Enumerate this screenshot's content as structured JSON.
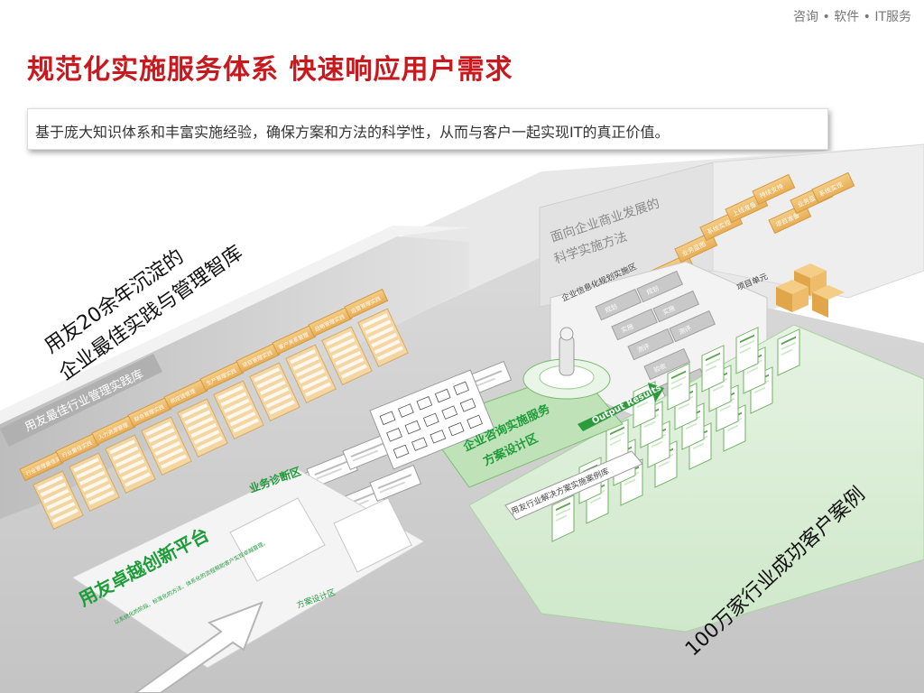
{
  "header": {
    "brand": "咨询 • 软件 • IT服务",
    "title": "规范化实施服务体系  快速响应用户需求",
    "subtitle": "基于庞大知识体系和丰富实施经验，确保方案和方法的科学性，从而与客户一起实现IT的真正价值。"
  },
  "diagram": {
    "left_callout_line1": "用友20余年沉淀的",
    "left_callout_line2": "企业最佳实践与管理智库",
    "library_label": "用友最佳行业管理实践库",
    "platform_label": "用友卓越创新平台",
    "platform_desc": "以系统化的阶段、标准化的方法、体系化的流程帮助客户实现卓越管理。",
    "business_diagnosis": "业务诊断区",
    "design_zone": "方案设计区",
    "consulting_zone_line1": "企业咨询实施服务",
    "consulting_zone_line2": "方案设计区",
    "output_results": "Output Results",
    "solution_library": "用友行业解决方案实施案例库",
    "info_planning": "企业信息化规划实施区",
    "project_unit": "项目单元",
    "science_line1": "面向企业商业发展的",
    "science_line2": "科学实施方法",
    "customer_cases": "100万家行业成功客户案例",
    "orange_tiles": [
      "行业管理最佳实践",
      "行业最佳实践",
      "人力资源管理",
      "财务管理实践",
      "供应链管理",
      "生产管理实践",
      "项目管理实践",
      "客户关系管理",
      "战略管理实践",
      "运营管理实践"
    ],
    "method_tiles": [
      "规划",
      "实施",
      "测评",
      "验收",
      "运维"
    ],
    "phase_tiles": [
      "项目准备",
      "业务蓝图",
      "系统实现",
      "上线准备",
      "持续支持"
    ]
  }
}
